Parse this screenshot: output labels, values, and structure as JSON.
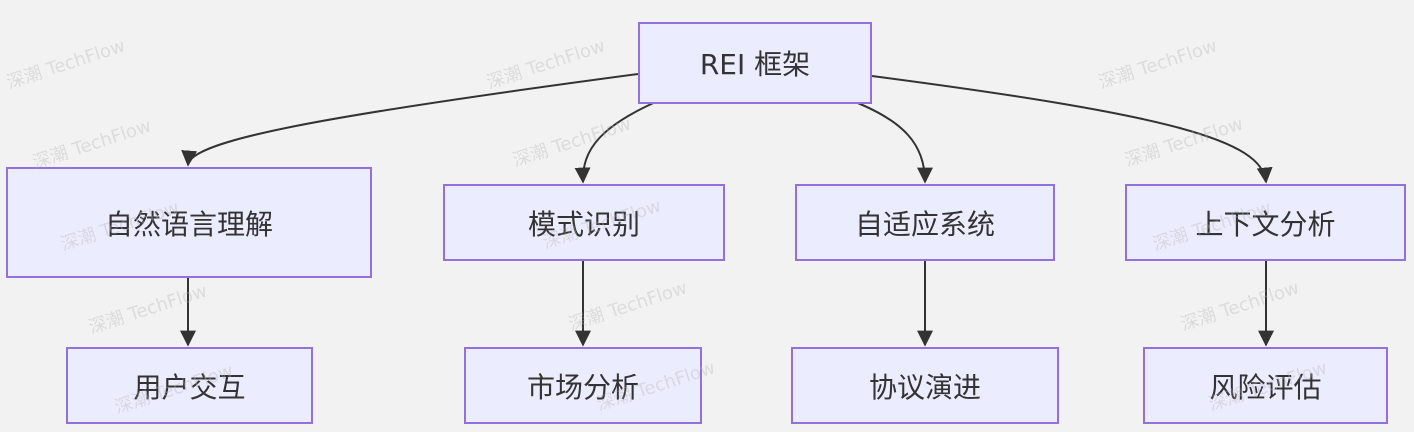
{
  "root": {
    "label": "REI 框架"
  },
  "branches": [
    {
      "label": "自然语言理解",
      "child": "用户交互"
    },
    {
      "label": "模式识别",
      "child": "市场分析"
    },
    {
      "label": "自适应系统",
      "child": "协议演进"
    },
    {
      "label": "上下文分析",
      "child": "风险评估"
    }
  ],
  "watermark": "深潮 TechFlow",
  "colors": {
    "background": "#f2f2f2",
    "node_fill": "#ececff",
    "node_border": "#9370db",
    "edge": "#333333",
    "text": "#333333"
  }
}
